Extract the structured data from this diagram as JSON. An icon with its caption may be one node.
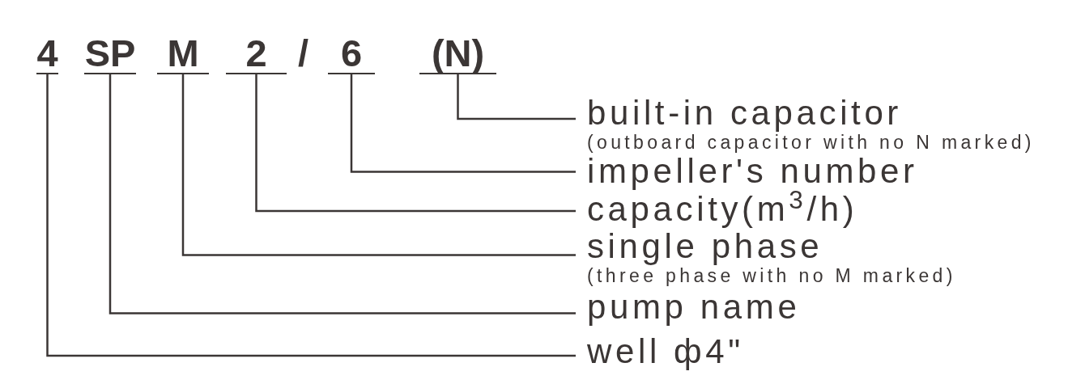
{
  "diagram": {
    "nodes": [
      {
        "text": [
          "4"
        ]
      },
      {
        "text": [
          "SP"
        ]
      },
      {
        "text": [
          "M"
        ]
      },
      {
        "text": [
          "2"
        ]
      },
      {
        "text": [
          "6"
        ]
      },
      {
        "text": [
          "(N)"
        ]
      },
      {
        "text": [
          "built-in capacitor",
          "(outboard capacitor with no N marked)"
        ]
      },
      {
        "text": [
          "impeller's number"
        ]
      },
      {
        "text": [
          "capacity(m$^{3}$/h)"
        ]
      },
      {
        "text": [
          "single phase",
          "(three phase with no M marked)"
        ]
      },
      {
        "text": [
          "pump name"
        ]
      },
      {
        "text": [
          "well ф4\""
        ]
      }
    ],
    "edges": [
      {
        "from": 6,
        "to": 5,
        "arrow": "none"
      },
      {
        "from": 7,
        "to": 4,
        "arrow": "none"
      },
      {
        "from": 8,
        "to": 3,
        "arrow": "none"
      },
      {
        "from": 9,
        "to": 2,
        "arrow": "none"
      },
      {
        "from": 10,
        "to": 1,
        "arrow": "none"
      },
      {
        "from": 11,
        "to": 0,
        "arrow": "none"
      }
    ],
    "labels": [
      "/"
    ]
  }
}
